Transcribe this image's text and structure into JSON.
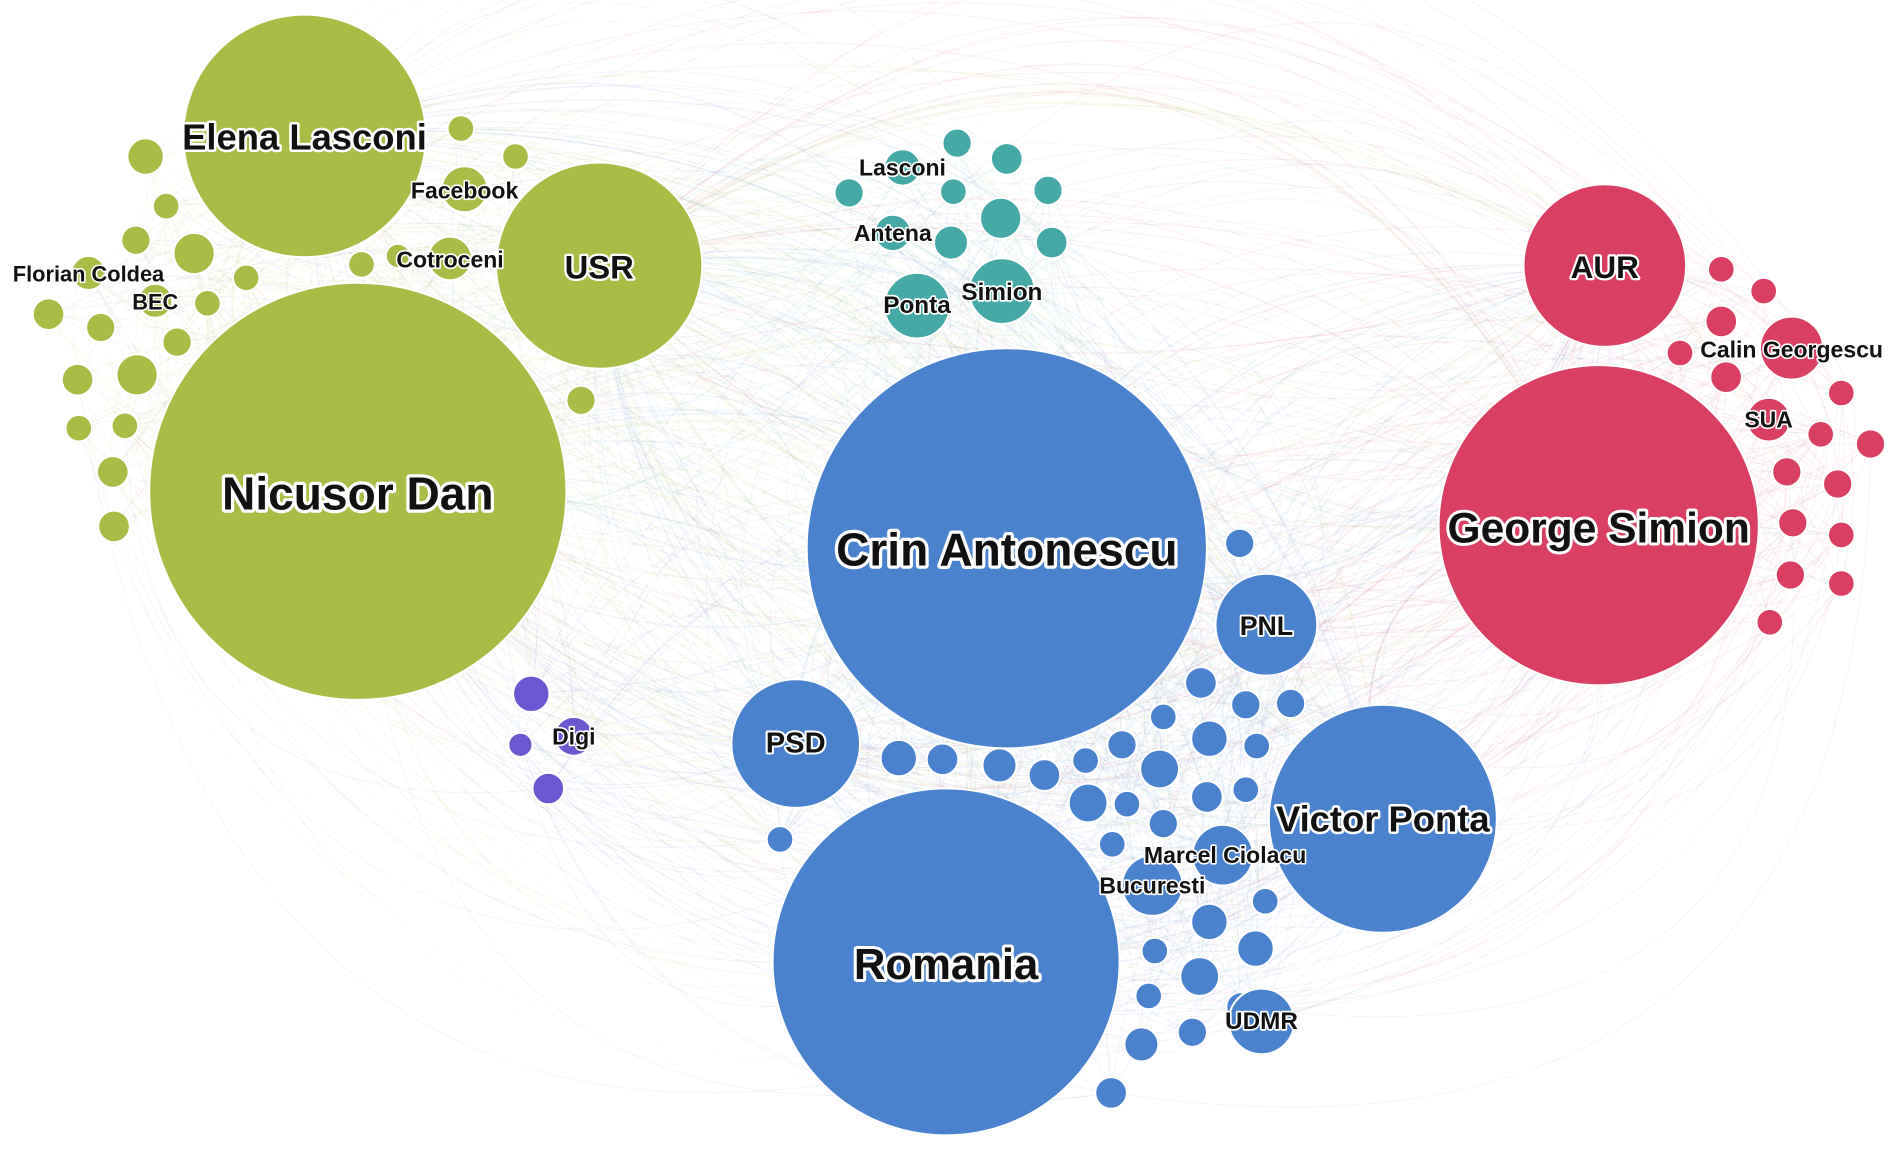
{
  "groups": {
    "green": "#a8bd45",
    "teal": "#45a9a5",
    "blue": "#4a82cd",
    "red": "#d93e63",
    "purple": "#6a58d0"
  },
  "labeled_nodes": [
    {
      "id": "nicusor-dan",
      "label": "Nicusor Dan",
      "group": "green",
      "size": "xl"
    },
    {
      "id": "elena-lasconi",
      "label": "Elena Lasconi",
      "group": "green",
      "size": "l"
    },
    {
      "id": "usr",
      "label": "USR",
      "group": "green",
      "size": "m"
    },
    {
      "id": "facebook",
      "label": "Facebook",
      "group": "green",
      "size": "xs"
    },
    {
      "id": "cotroceni",
      "label": "Cotroceni",
      "group": "green",
      "size": "xs"
    },
    {
      "id": "florian-coldea",
      "label": "Florian Coldea",
      "group": "green",
      "size": "xs"
    },
    {
      "id": "bec",
      "label": "BEC",
      "group": "green",
      "size": "xs"
    },
    {
      "id": "lasconi",
      "label": "Lasconi",
      "group": "teal",
      "size": "xs"
    },
    {
      "id": "antena",
      "label": "Antena",
      "group": "teal",
      "size": "xs"
    },
    {
      "id": "ponta",
      "label": "Ponta",
      "group": "teal",
      "size": "xs"
    },
    {
      "id": "simion",
      "label": "Simion",
      "group": "teal",
      "size": "s"
    },
    {
      "id": "crin-antonescu",
      "label": "Crin Antonescu",
      "group": "blue",
      "size": "xl"
    },
    {
      "id": "romania",
      "label": "Romania",
      "group": "blue",
      "size": "xl"
    },
    {
      "id": "victor-ponta",
      "label": "Victor Ponta",
      "group": "blue",
      "size": "l"
    },
    {
      "id": "psd",
      "label": "PSD",
      "group": "blue",
      "size": "m"
    },
    {
      "id": "pnl",
      "label": "PNL",
      "group": "blue",
      "size": "s"
    },
    {
      "id": "marcel-ciolacu",
      "label": "Marcel Ciolacu",
      "group": "blue",
      "size": "xs"
    },
    {
      "id": "bucuresti",
      "label": "Bucuresti",
      "group": "blue",
      "size": "xs"
    },
    {
      "id": "udmr",
      "label": "UDMR",
      "group": "blue",
      "size": "xs"
    },
    {
      "id": "george-simion",
      "label": "George Simion",
      "group": "red",
      "size": "xl"
    },
    {
      "id": "aur",
      "label": "AUR",
      "group": "red",
      "size": "m"
    },
    {
      "id": "calin-georgescu",
      "label": "Calin Georgescu",
      "group": "red",
      "size": "xs"
    },
    {
      "id": "sua",
      "label": "SUA",
      "group": "red",
      "size": "xs"
    },
    {
      "id": "digi",
      "label": "Digi",
      "group": "purple",
      "size": "xs"
    }
  ]
}
